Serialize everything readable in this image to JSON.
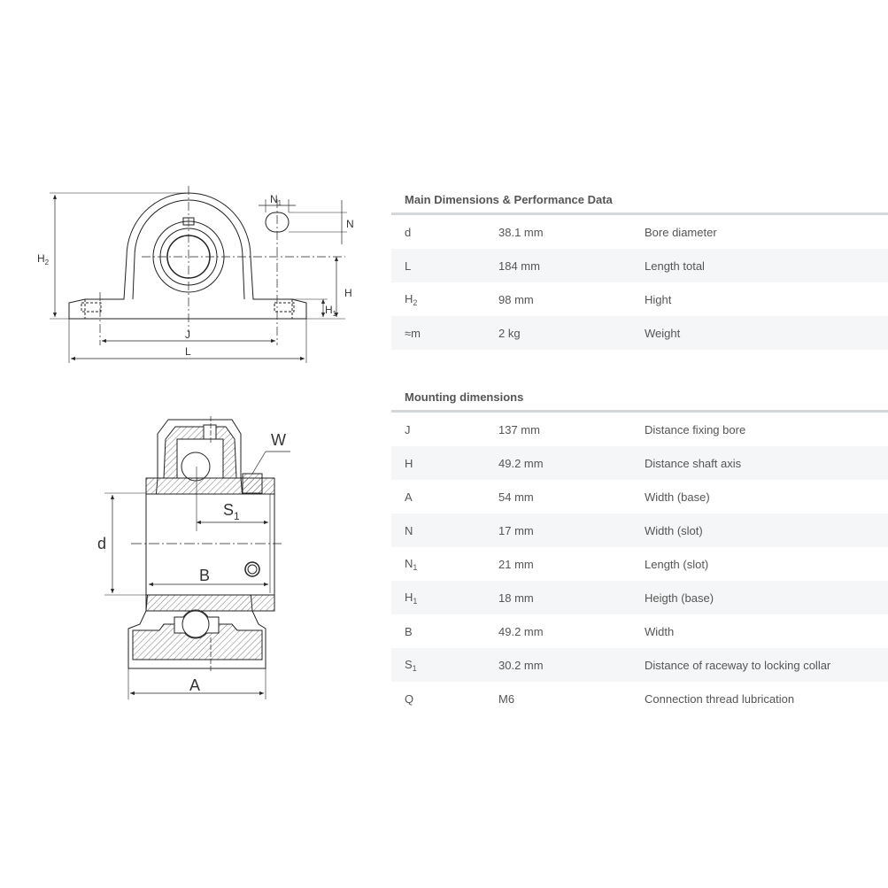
{
  "drawing_labels": {
    "top": {
      "H2": "H",
      "H2_sub": "2",
      "N1": "N",
      "N1_sub": "1",
      "N": "N",
      "H": "H",
      "H1": "H",
      "H1_sub": "1",
      "J": "J",
      "L": "L"
    },
    "bottom": {
      "W": "W",
      "S1": "S",
      "S1_sub": "1",
      "d": "d",
      "B": "B",
      "A": "A"
    }
  },
  "main_dimensions": {
    "title": "Main Dimensions & Performance Data",
    "rows": [
      {
        "symbol": "d",
        "sub": "",
        "value": "38.1 mm",
        "description": "Bore diameter"
      },
      {
        "symbol": "L",
        "sub": "",
        "value": "184 mm",
        "description": "Length total"
      },
      {
        "symbol": "H",
        "sub": "2",
        "value": "98 mm",
        "description": "Hight"
      },
      {
        "symbol": "≈m",
        "sub": "",
        "value": "2 kg",
        "description": "Weight"
      }
    ]
  },
  "mounting_dimensions": {
    "title": "Mounting dimensions",
    "rows": [
      {
        "symbol": "J",
        "sub": "",
        "value": "137 mm",
        "description": "Distance fixing bore"
      },
      {
        "symbol": "H",
        "sub": "",
        "value": "49.2 mm",
        "description": "Distance shaft axis"
      },
      {
        "symbol": "A",
        "sub": "",
        "value": "54 mm",
        "description": "Width (base)"
      },
      {
        "symbol": "N",
        "sub": "",
        "value": "17 mm",
        "description": "Width (slot)"
      },
      {
        "symbol": "N",
        "sub": "1",
        "value": "21 mm",
        "description": "Length (slot)"
      },
      {
        "symbol": "H",
        "sub": "1",
        "value": "18 mm",
        "description": "Heigth (base)"
      },
      {
        "symbol": "B",
        "sub": "",
        "value": "49.2 mm",
        "description": "Width"
      },
      {
        "symbol": "S",
        "sub": "1",
        "value": "30.2 mm",
        "description": "Distance of raceway to locking collar"
      },
      {
        "symbol": "Q",
        "sub": "",
        "value": "M6",
        "description": "Connection thread lubrication"
      }
    ]
  }
}
